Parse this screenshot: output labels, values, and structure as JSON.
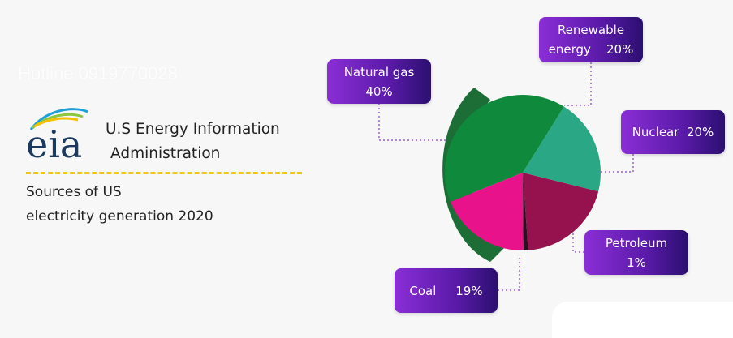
{
  "watermark": "Hotline 0919770028",
  "logo": {
    "text": "eia"
  },
  "org": {
    "line1": "U.S Energy Information",
    "line2": "Administration"
  },
  "subtitle": {
    "line1": "Sources of US",
    "line2": "electricity generation 2020"
  },
  "colors": {
    "natural_gas": "#0f8a3c",
    "renewable": "#2aa885",
    "nuclear": "#96124e",
    "petroleum": "#2a0f1e",
    "coal": "#e8138b",
    "callout": "#6a1fc4",
    "leader": "#8a3cc8"
  },
  "chart_data": {
    "type": "pie",
    "title": "",
    "slices": [
      {
        "label": "Natural gas",
        "value": 40,
        "value_label": "40%"
      },
      {
        "label": "Renewable energy",
        "value": 20,
        "value_label": "20%"
      },
      {
        "label": "Nuclear",
        "value": 20,
        "value_label": "20%"
      },
      {
        "label": "Petroleum",
        "value": 1,
        "value_label": "1%"
      },
      {
        "label": "Coal",
        "value": 19,
        "value_label": "19%"
      }
    ]
  },
  "callouts": {
    "natural_gas": {
      "name": "Natural gas",
      "value": "40%"
    },
    "renewable": {
      "name": "Renewable",
      "name2": "energy",
      "value": "20%"
    },
    "nuclear": {
      "name": "Nuclear",
      "value": "20%"
    },
    "petroleum": {
      "name": "Petroleum",
      "value": "1%"
    },
    "coal": {
      "name": "Coal",
      "value": "19%"
    }
  }
}
